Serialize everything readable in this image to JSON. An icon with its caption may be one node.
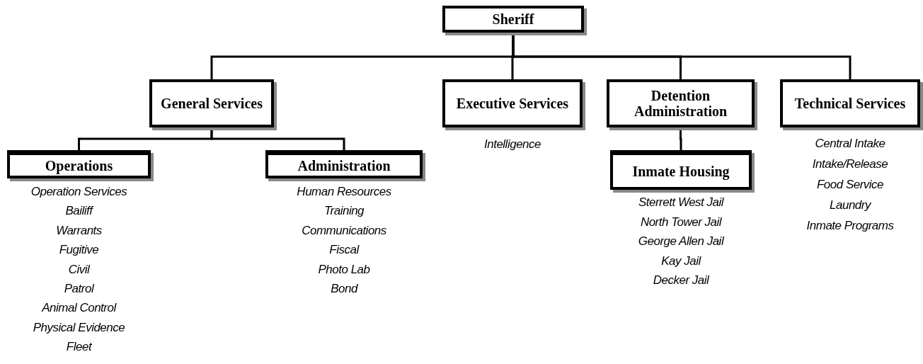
{
  "diagram": {
    "nodes": [
      {
        "text": [
          "Sheriff"
        ]
      },
      {
        "text": [
          "General Services"
        ]
      },
      {
        "text": [
          "Executive Services"
        ],
        "beside": [
          "Intelligence"
        ]
      },
      {
        "text": [
          "Detention Administration"
        ]
      },
      {
        "text": [
          "Technical Services"
        ],
        "beside": [
          "Central Intake",
          "Intake/Release",
          "Food Service",
          "Laundry",
          "Inmate Programs"
        ]
      },
      {
        "text": [
          "Operations"
        ],
        "beside": [
          "Operation Services",
          "Bailiff",
          "Warrants",
          "Fugitive",
          "Civil",
          "Patrol",
          "Animal Control",
          "Physical Evidence",
          "Fleet"
        ]
      },
      {
        "text": [
          "Administration"
        ],
        "beside": [
          "Human Resources",
          "Training",
          "Communications",
          "Fiscal",
          "Photo Lab",
          "Bond"
        ]
      },
      {
        "text": [
          "Inmate Housing"
        ],
        "beside": [
          "Sterrett West Jail",
          "North Tower Jail",
          "George Allen Jail",
          "Kay Jail",
          "Decker Jail"
        ]
      }
    ],
    "edges": [
      {
        "from": 0,
        "to": 1,
        "arrow": "none"
      },
      {
        "from": 0,
        "to": 2,
        "arrow": "none"
      },
      {
        "from": 0,
        "to": 3,
        "arrow": "none"
      },
      {
        "from": 0,
        "to": 4,
        "arrow": "none"
      },
      {
        "from": 1,
        "to": 5,
        "arrow": "none"
      },
      {
        "from": 1,
        "to": 6,
        "arrow": "none"
      },
      {
        "from": 3,
        "to": 7,
        "arrow": "none"
      }
    ]
  }
}
